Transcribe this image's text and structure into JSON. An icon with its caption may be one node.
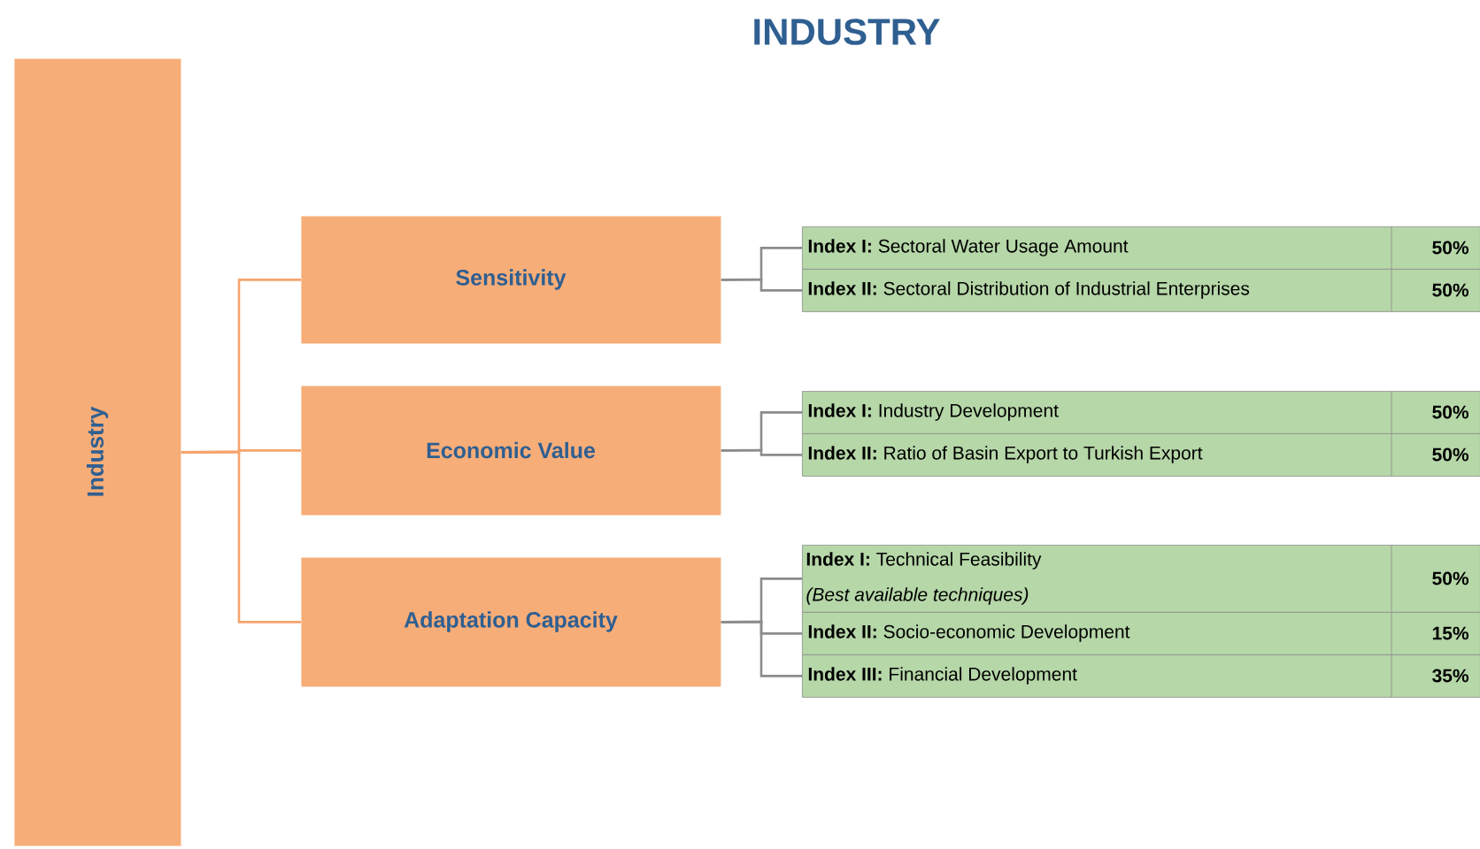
{
  "diagram": {
    "title": "INDUSTRY",
    "nodes": [
      {
        "text": [
          "Industry"
        ]
      },
      {
        "text": [
          "Sensitivity"
        ]
      },
      {
        "text": [
          "Economic Value"
        ]
      },
      {
        "text": [
          "Adaptation Capacity"
        ]
      },
      {
        "text": [
          "**Index I:** Sectoral Water Usage Amount",
          "50%"
        ]
      },
      {
        "text": [
          "**Index II:** Sectoral Distribution of Industrial Enterprises",
          "50%"
        ]
      },
      {
        "text": [
          "**Index I:** Industry Development",
          "50%"
        ]
      },
      {
        "text": [
          "**Index II:** Ratio of Basin Export to Turkish Export",
          "50%"
        ]
      },
      {
        "text": [
          "**Index I:** Technical Feasibility",
          "(Best available techniques)",
          "50%"
        ]
      },
      {
        "text": [
          "**Index II:** Socio-economic Development",
          "15%"
        ]
      },
      {
        "text": [
          "**Index III:** Financial Development",
          "35%"
        ]
      }
    ],
    "edges": [
      {
        "from": 0,
        "to": 1,
        "arrow": "none",
        "color": "#f5a46c"
      },
      {
        "from": 0,
        "to": 2,
        "arrow": "none",
        "color": "#f5a46c"
      },
      {
        "from": 0,
        "to": 3,
        "arrow": "none",
        "color": "#f5a46c"
      },
      {
        "from": 1,
        "to": 4,
        "arrow": "none"
      },
      {
        "from": 1,
        "to": 5,
        "arrow": "none"
      },
      {
        "from": 2,
        "to": 6,
        "arrow": "none"
      },
      {
        "from": 2,
        "to": 7,
        "arrow": "none"
      },
      {
        "from": 3,
        "to": 8,
        "arrow": "none"
      },
      {
        "from": 3,
        "to": 9,
        "arrow": "none"
      },
      {
        "from": 3,
        "to": 10,
        "arrow": "none"
      }
    ]
  }
}
